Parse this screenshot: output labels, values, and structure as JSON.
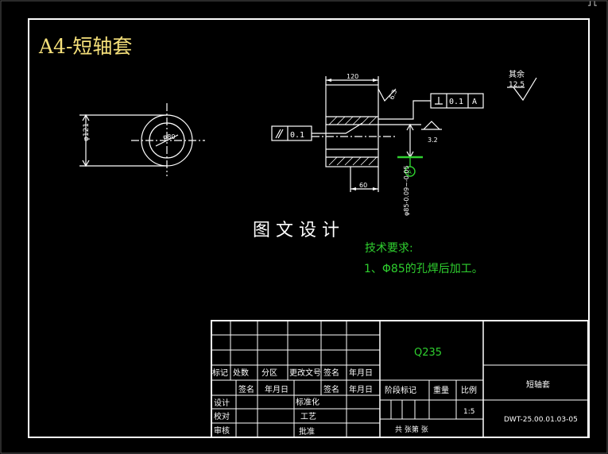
{
  "sheet": {
    "title": "A4-短轴套",
    "watermark": "图 文 设 计",
    "corner_marks": "┘└"
  },
  "front_view": {
    "diameter_label": "φ121",
    "hole_label": "φ80"
  },
  "section_view": {
    "width_dim": "120",
    "inner_dim": "60",
    "bore_dim": "φ85-0.09~-0.05",
    "roughness_top": "6.3",
    "roughness_side": "3.2",
    "perp_tol": "0.1",
    "perp_datum": "A",
    "cyl_tol": "0.1",
    "datum_mark": "A"
  },
  "roughness_rest": {
    "label": "其余",
    "value": "12.5"
  },
  "tech_requirements": {
    "heading": "技术要求:",
    "item1": "1、Φ85的孔焊后加工。"
  },
  "title_block": {
    "material": "Q235",
    "part_name": "短轴套",
    "drawing_no": "DWT-25.00.01.03-05",
    "scale_label": "比例",
    "scale_value": "1:5",
    "stage_label": "阶段标记",
    "weight_label": "重量",
    "sheet_text": "共    张第    张",
    "rev_headers": [
      "标记",
      "处数",
      "分区",
      "更改文号",
      "签名",
      "年月日"
    ],
    "sign_headers": [
      "签名",
      "年月日",
      "签名",
      "年月日"
    ],
    "roles": [
      "设计",
      "校对",
      "审核"
    ],
    "roles2": [
      "标准化",
      "工艺",
      "批准"
    ]
  },
  "colors": {
    "line": "#ffffff",
    "title": "#f5e07a",
    "green": "#2fd02f",
    "background": "#000000"
  }
}
